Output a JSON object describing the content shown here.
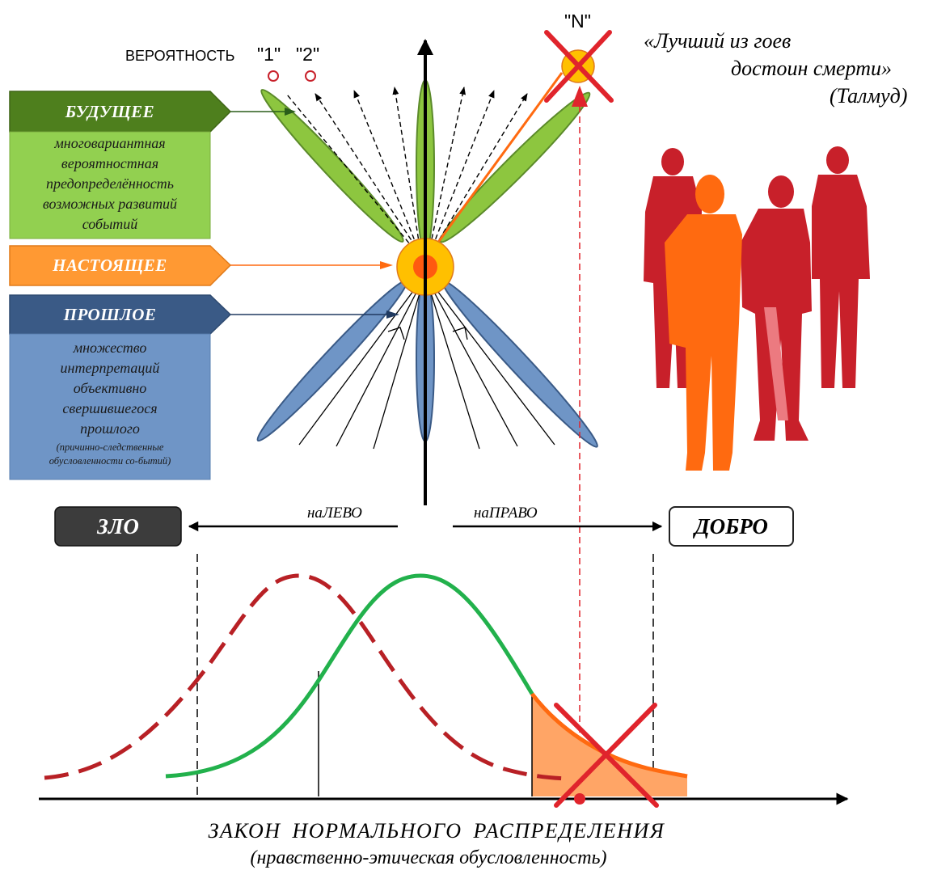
{
  "probability": {
    "label": "ВЕРОЯТНОСТЬ",
    "mark1": "\"1\"",
    "mark2": "\"2\"",
    "markN": "\"N\""
  },
  "quote": {
    "line1": "«Лучший из гоев",
    "line2": "достоин смерти»",
    "source": "(Талмуд)"
  },
  "future": {
    "title": "БУДУЩЕЕ",
    "lines": [
      "многовариантная",
      "вероятностная",
      "предопределённость",
      "возможных развитий",
      "событий"
    ],
    "header_color": "#4e7f1d",
    "body_color": "#92d050"
  },
  "present": {
    "title": "НАСТОЯЩЕЕ",
    "color": "#ff9933"
  },
  "past": {
    "title": "ПРОШЛОЕ",
    "lines": [
      "множество",
      "интерпретаций",
      "объективно",
      "свершившегося",
      "прошлого"
    ],
    "small_lines": [
      "(причинно-следственные",
      "обусловленности со-бытий)"
    ],
    "header_color": "#3a5a86",
    "body_color": "#6f95c6"
  },
  "evil": {
    "label": "ЗЛО"
  },
  "good": {
    "label": "ДОБРО"
  },
  "direction": {
    "left": "наЛЕВО",
    "right": "наПРАВО"
  },
  "footer": {
    "title": "ЗАКОН НОРМАЛЬНОГО РАСПРЕДЕЛЕНИЯ",
    "subtitle": "(нравственно-этическая обусловленность)"
  },
  "colors": {
    "green_curve": "#22b14c",
    "red_curve": "#b82025",
    "tail_fill": "#ffa566",
    "cross": "#e0242c",
    "people_red": "#c8202a",
    "people_orange": "#ff6a10"
  }
}
